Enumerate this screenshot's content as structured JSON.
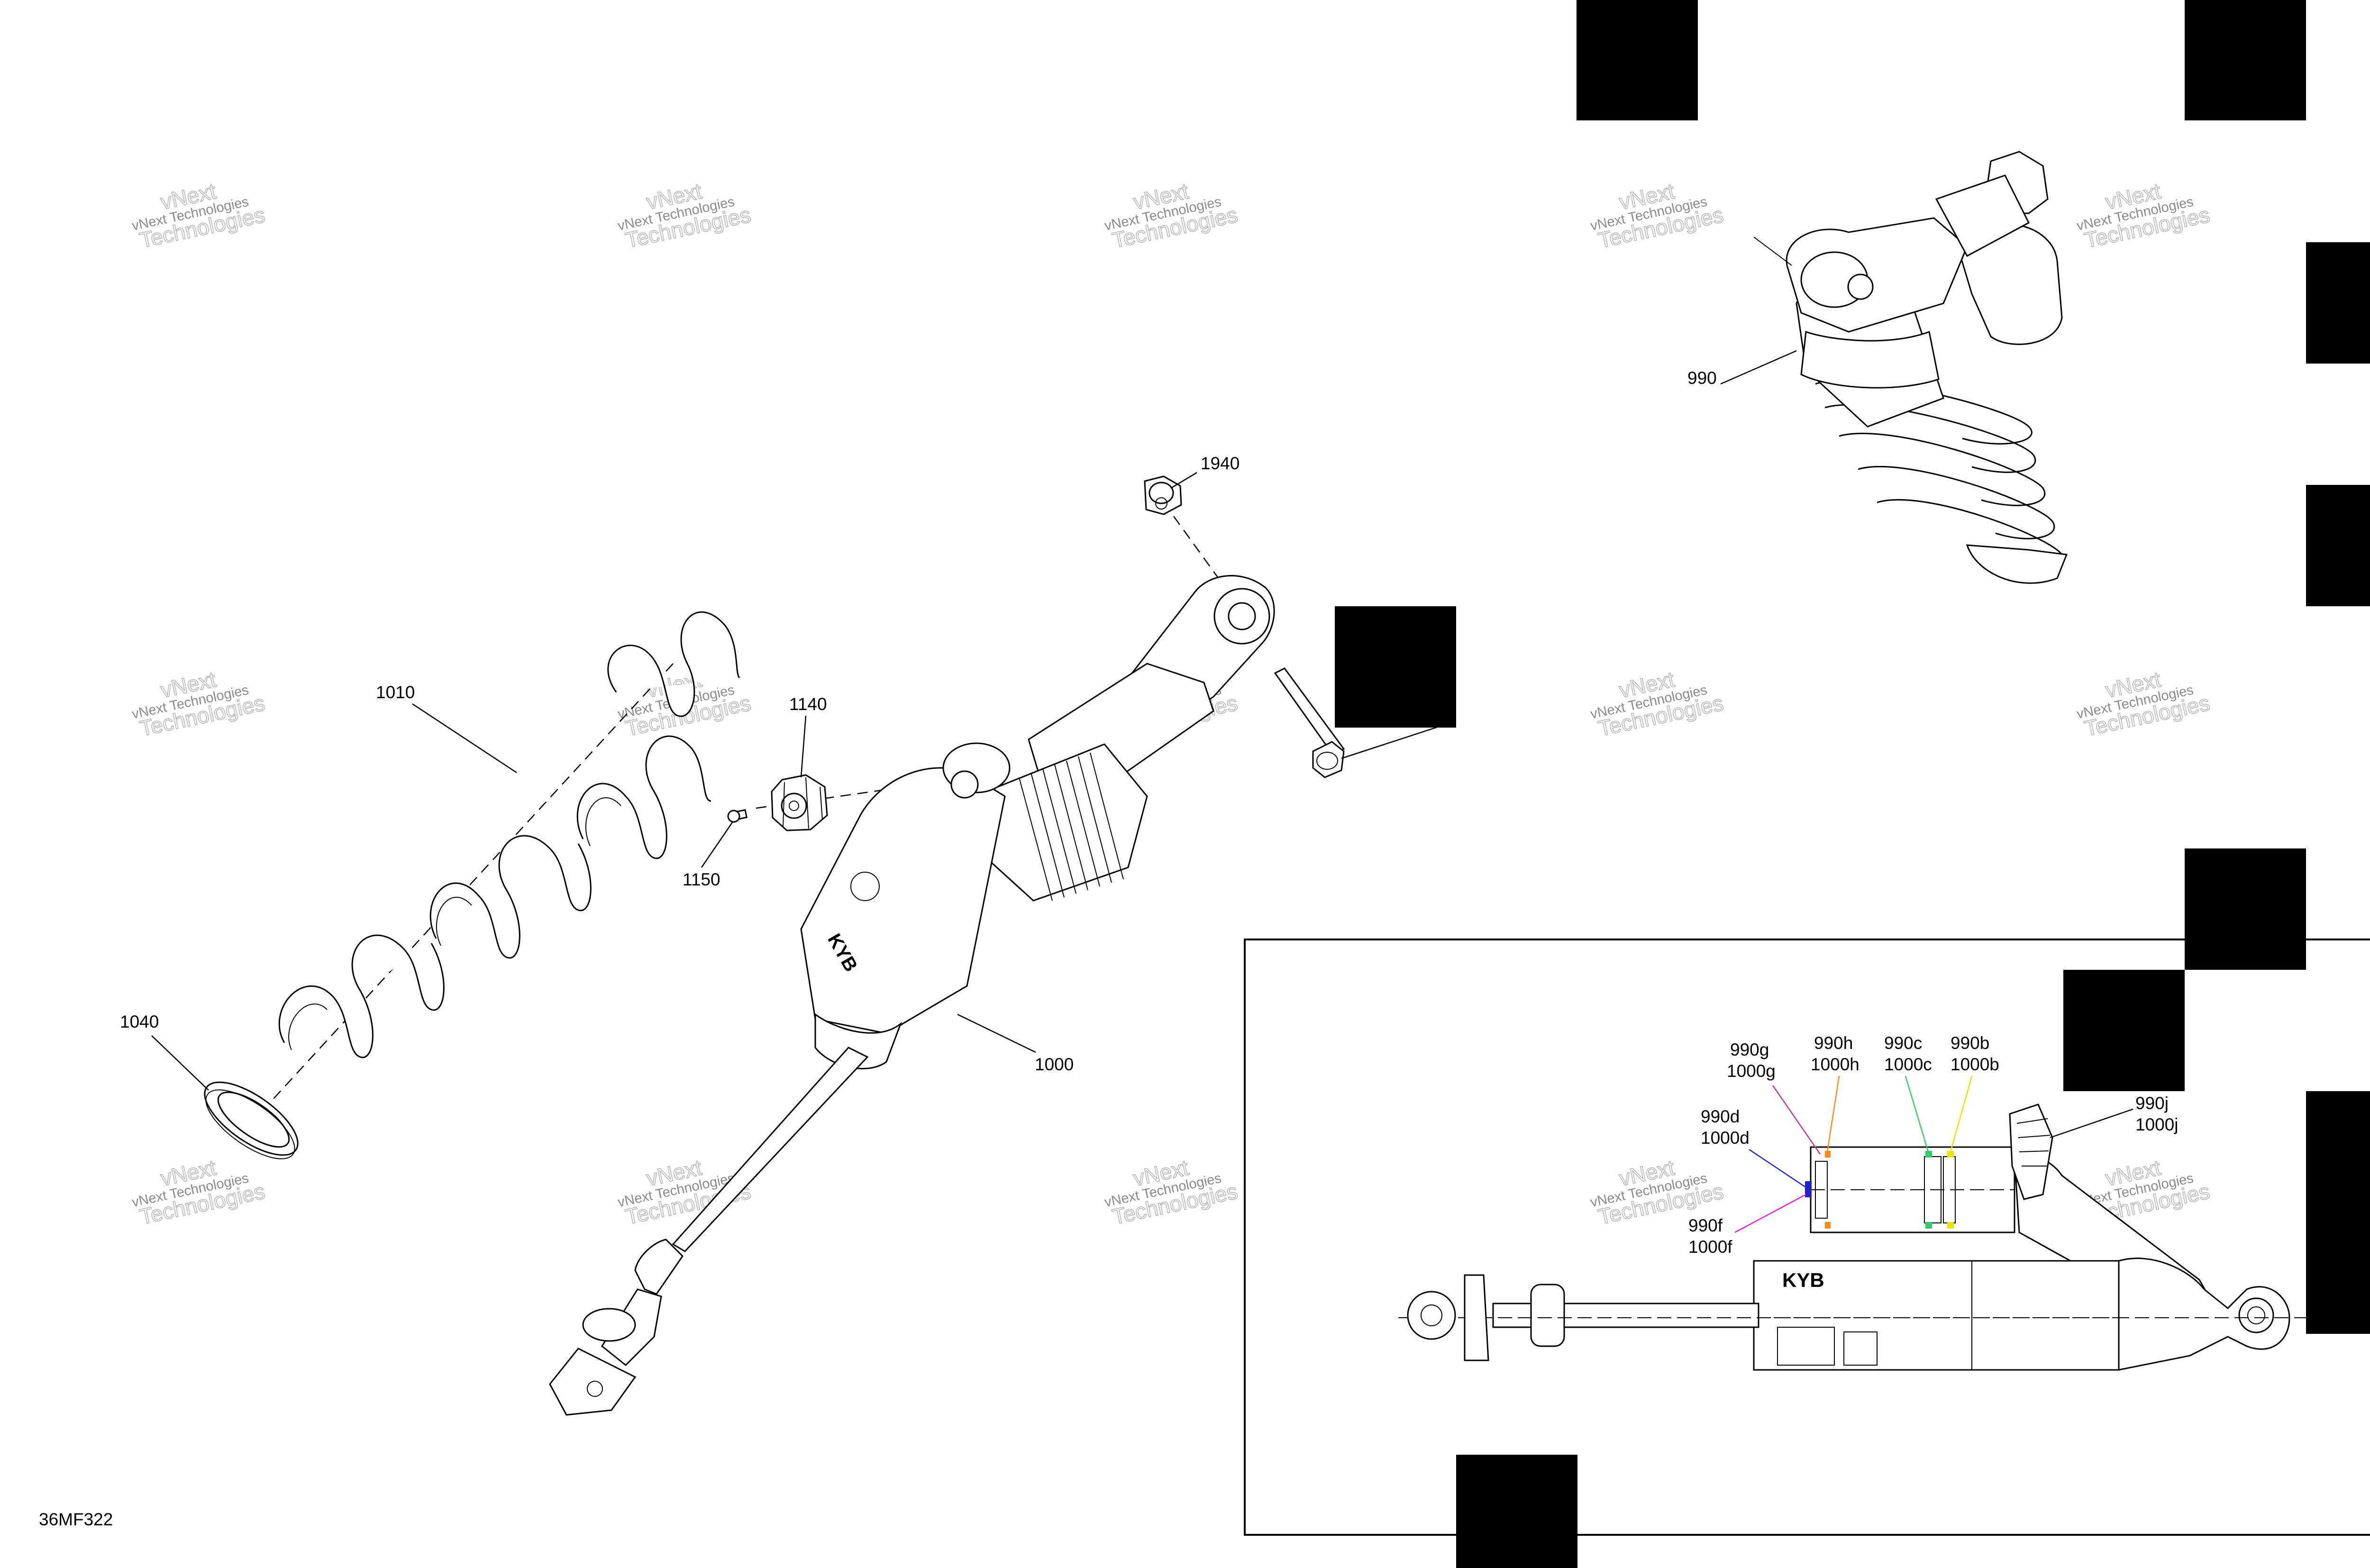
{
  "drawing_id": "36MF322",
  "watermark": {
    "line1": "vNext Technologies",
    "line2": "Technologies",
    "line3": "vNext"
  },
  "callouts": {
    "c1940": "1940",
    "c1010": "1010",
    "c1140": "1140",
    "c1150": "1150",
    "c1040": "1040",
    "c1000": "1000",
    "c990": "990",
    "c990g": "990g",
    "c1000g": "1000g",
    "c990h": "990h",
    "c1000h": "1000h",
    "c990c": "990c",
    "c1000c": "1000c",
    "c990b": "990b",
    "c1000b": "1000b",
    "c990d": "990d",
    "c1000d": "1000d",
    "c990f": "990f",
    "c1000f": "1000f",
    "c990j": "990j",
    "c1000j": "1000j",
    "c_partial": "0"
  },
  "leader_colors": {
    "g": "#cc3399",
    "h": "#ff8c1a",
    "c": "#33cc66",
    "b": "#e6e600",
    "d": "#2222cc",
    "f": "#dd22dd"
  },
  "icons": {
    "spring": "coil-spring",
    "shock": "shock-absorber-body",
    "nut": "hex-nut",
    "bolt": "hex-bolt",
    "knob": "adjuster-knob"
  }
}
